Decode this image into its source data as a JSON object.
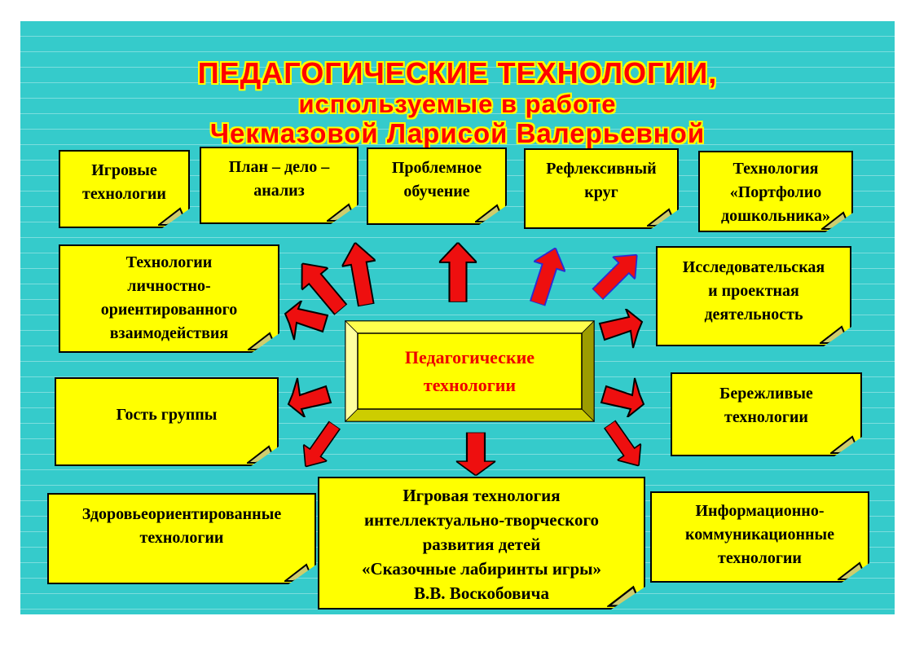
{
  "title": {
    "line1": "ПЕДАГОГИЧЕСКИЕ ТЕХНОЛОГИИ,",
    "line2": "используемые в работе",
    "line3": "Чекмазовой Ларисой Валерьевной"
  },
  "center_box": {
    "label": "Педагогические\nтехнологии"
  },
  "notes": [
    {
      "id": "igrovye-tekhnologii",
      "text": "Игровые\nтехнологии"
    },
    {
      "id": "plan-delo-analiz",
      "text": "План – дело –\nанализ"
    },
    {
      "id": "problemnoe-obuchenie",
      "text": "Проблемное\nобучение"
    },
    {
      "id": "refleksivnyy-krug",
      "text": "Рефлексивный\nкруг"
    },
    {
      "id": "portfolio-doshkolnika",
      "text": "Технология\n«Портфолио\nдошкольника»"
    },
    {
      "id": "lichnostno-orientirovannoe",
      "text": "Технологии\nличностно-\nориентированного\nвзаимодействия"
    },
    {
      "id": "gost-gruppy",
      "text": "Гость группы"
    },
    {
      "id": "zdorove-orientirovannye",
      "text": "Здоровьеориентированные\nтехнологии"
    },
    {
      "id": "issledovatelskaya",
      "text": "Исследовательская\nи проектная\nдеятельность"
    },
    {
      "id": "berezhlivye",
      "text": "Бережливые\nтехнологии"
    },
    {
      "id": "ikt",
      "text": "Информационно-\nкоммуникационные\nтехнологии"
    },
    {
      "id": "voskobovich",
      "text": "Игровая технология\nинтеллектуально-творческого\nразвития детей\n«Сказочные лабиринты игры»\nВ.В. Воскобовича"
    }
  ],
  "decorations": {
    "arrow_icon": "red-block-arrow",
    "arrow_count": 12,
    "note_style": "yellow-sticky-note-folded-corner"
  },
  "colors": {
    "background": "#35cbcb",
    "page_margin": "#ffffff",
    "note_fill": "#ffff00",
    "note_border": "#000000",
    "fold_flap": "#cfcc6d",
    "title_text": "#ff0000",
    "title_outline": "#ffff00",
    "center_text": "#ee0000",
    "arrow_fill": "#ee0f0f",
    "arrow_outline": "#000000",
    "arrow_outline_alt": "#2b2bd5",
    "frame_bevel_dark": "#9c9c00",
    "frame_bevel_mid": "#cdcd00",
    "frame_bevel_light": "#ffff9e"
  }
}
